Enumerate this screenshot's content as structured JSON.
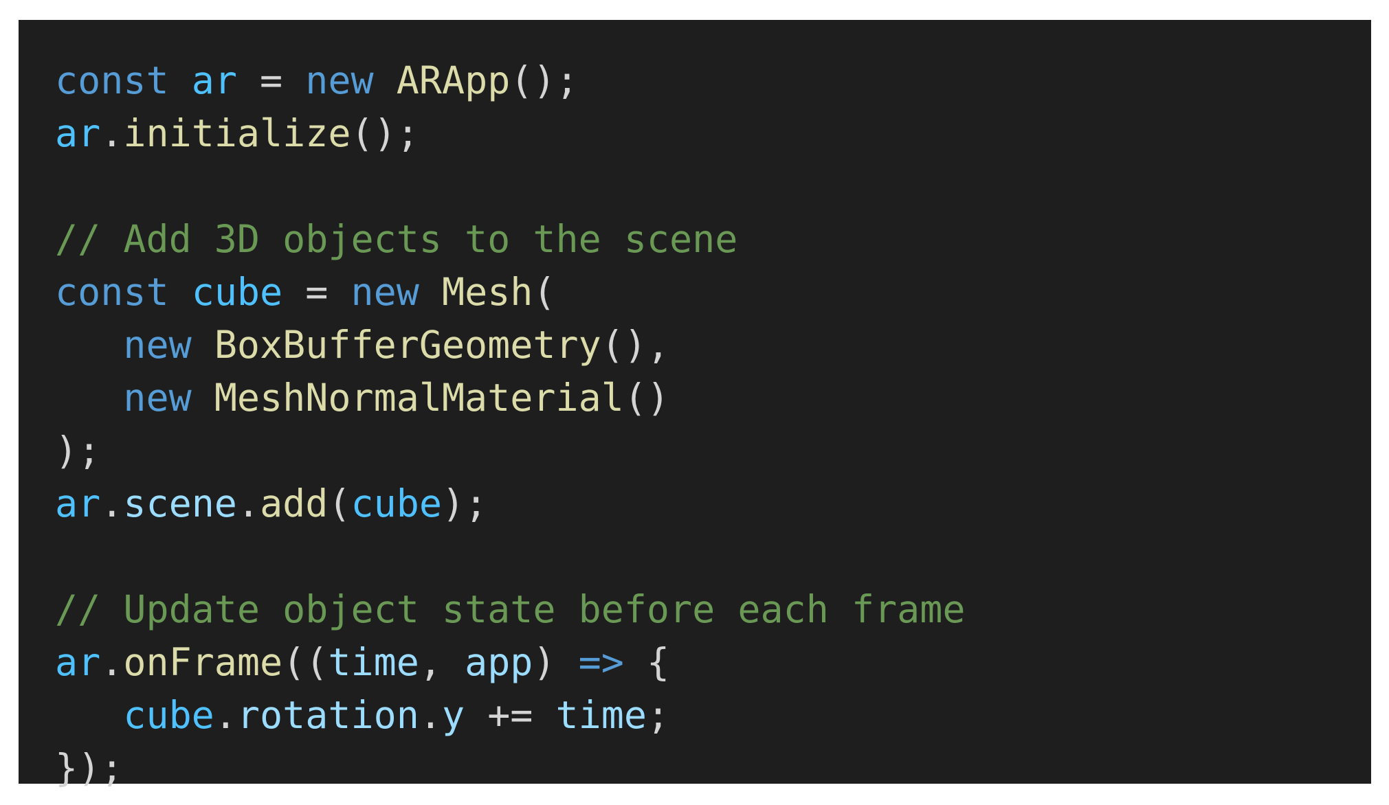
{
  "editor": {
    "colors": {
      "background": "#1e1e1e",
      "keyword": "#569cd6",
      "const_variable": "#4fc1ff",
      "variable": "#9cdcfe",
      "function": "#dcdcaa",
      "comment": "#6a9955",
      "punctuation": "#d4d4d4"
    },
    "lines": [
      [
        {
          "t": "const",
          "k": "kw"
        },
        {
          "t": " ",
          "k": "pn"
        },
        {
          "t": "ar",
          "k": "var"
        },
        {
          "t": " = ",
          "k": "pn"
        },
        {
          "t": "new",
          "k": "kw"
        },
        {
          "t": " ",
          "k": "pn"
        },
        {
          "t": "ARApp",
          "k": "fn"
        },
        {
          "t": "();",
          "k": "pn"
        }
      ],
      [
        {
          "t": "ar",
          "k": "var"
        },
        {
          "t": ".",
          "k": "pn"
        },
        {
          "t": "initialize",
          "k": "fn"
        },
        {
          "t": "();",
          "k": "pn"
        }
      ],
      [],
      [
        {
          "t": "// Add 3D objects to the scene",
          "k": "cm"
        }
      ],
      [
        {
          "t": "const",
          "k": "kw"
        },
        {
          "t": " ",
          "k": "pn"
        },
        {
          "t": "cube",
          "k": "var"
        },
        {
          "t": " = ",
          "k": "pn"
        },
        {
          "t": "new",
          "k": "kw"
        },
        {
          "t": " ",
          "k": "pn"
        },
        {
          "t": "Mesh",
          "k": "fn"
        },
        {
          "t": "(",
          "k": "pn"
        }
      ],
      [
        {
          "t": "   ",
          "k": "pn"
        },
        {
          "t": "new",
          "k": "kw"
        },
        {
          "t": " ",
          "k": "pn"
        },
        {
          "t": "BoxBufferGeometry",
          "k": "fn"
        },
        {
          "t": "(),",
          "k": "pn"
        }
      ],
      [
        {
          "t": "   ",
          "k": "pn"
        },
        {
          "t": "new",
          "k": "kw"
        },
        {
          "t": " ",
          "k": "pn"
        },
        {
          "t": "MeshNormalMaterial",
          "k": "fn"
        },
        {
          "t": "()",
          "k": "pn"
        }
      ],
      [
        {
          "t": ");",
          "k": "pn"
        }
      ],
      [
        {
          "t": "ar",
          "k": "var"
        },
        {
          "t": ".",
          "k": "pn"
        },
        {
          "t": "scene",
          "k": "vars"
        },
        {
          "t": ".",
          "k": "pn"
        },
        {
          "t": "add",
          "k": "fn"
        },
        {
          "t": "(",
          "k": "pn"
        },
        {
          "t": "cube",
          "k": "var"
        },
        {
          "t": ");",
          "k": "pn"
        }
      ],
      [],
      [
        {
          "t": "// Update object state before each frame",
          "k": "cm"
        }
      ],
      [
        {
          "t": "ar",
          "k": "var"
        },
        {
          "t": ".",
          "k": "pn"
        },
        {
          "t": "onFrame",
          "k": "fn"
        },
        {
          "t": "((",
          "k": "pn"
        },
        {
          "t": "time",
          "k": "vars"
        },
        {
          "t": ", ",
          "k": "pn"
        },
        {
          "t": "app",
          "k": "vars"
        },
        {
          "t": ") ",
          "k": "pn"
        },
        {
          "t": "=>",
          "k": "kw"
        },
        {
          "t": " {",
          "k": "pn"
        }
      ],
      [
        {
          "t": "   ",
          "k": "pn"
        },
        {
          "t": "cube",
          "k": "var"
        },
        {
          "t": ".",
          "k": "pn"
        },
        {
          "t": "rotation",
          "k": "vars"
        },
        {
          "t": ".",
          "k": "pn"
        },
        {
          "t": "y",
          "k": "vars"
        },
        {
          "t": " += ",
          "k": "pn"
        },
        {
          "t": "time",
          "k": "vars"
        },
        {
          "t": ";",
          "k": "pn"
        }
      ],
      [
        {
          "t": "});",
          "k": "pn"
        }
      ]
    ]
  }
}
